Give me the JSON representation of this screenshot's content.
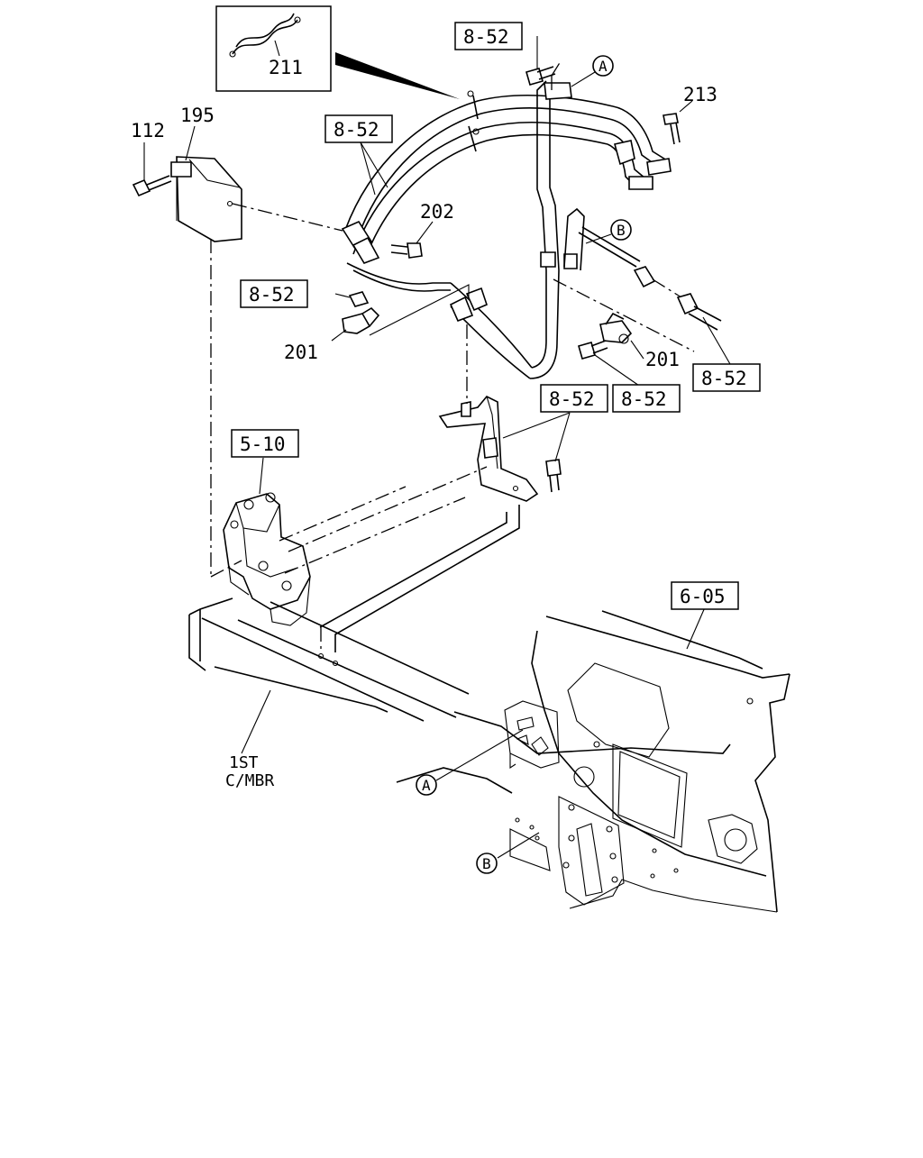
{
  "callouts": {
    "inset_part": "211",
    "bracket_part": "195",
    "bracket_bolt": "112",
    "hose_clip_bolt": "202",
    "clip_left": "201",
    "clip_right": "201",
    "connector_bolt": "213"
  },
  "references": {
    "ref_top": "8-52",
    "ref_hose": "8-52",
    "ref_nut": "8-52",
    "ref_pipe_right": "8-52",
    "ref_clip_right": "8-52",
    "ref_bracket": "8-52",
    "ref_mount": "5-10",
    "ref_body": "6-05"
  },
  "markers": {
    "a_top": "A",
    "b_right": "B",
    "a_body": "A",
    "b_body": "B"
  },
  "crossmember": {
    "line1": "1ST",
    "line2": "C/MBR"
  }
}
